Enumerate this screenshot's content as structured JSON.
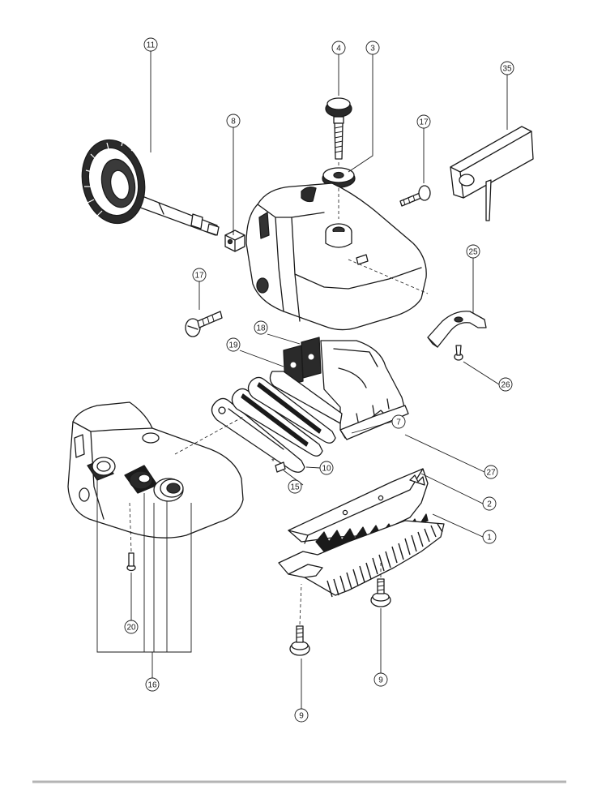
{
  "colors": {
    "ink": "#1a1a1a",
    "paper": "#ffffff",
    "rule": "#b4b4b4"
  },
  "callouts": {
    "c11": "11",
    "c8": "8",
    "c4": "4",
    "c3": "3",
    "c17a": "17",
    "c35": "35",
    "c17b": "17",
    "c25": "25",
    "c18": "18",
    "c19": "19",
    "c26": "26",
    "c7": "7",
    "c27": "27",
    "c10": "10",
    "c15": "15",
    "c2": "2",
    "c1": "1",
    "c20": "20",
    "c9a": "9",
    "c9b": "9",
    "c16": "16"
  },
  "note_mark": "*"
}
